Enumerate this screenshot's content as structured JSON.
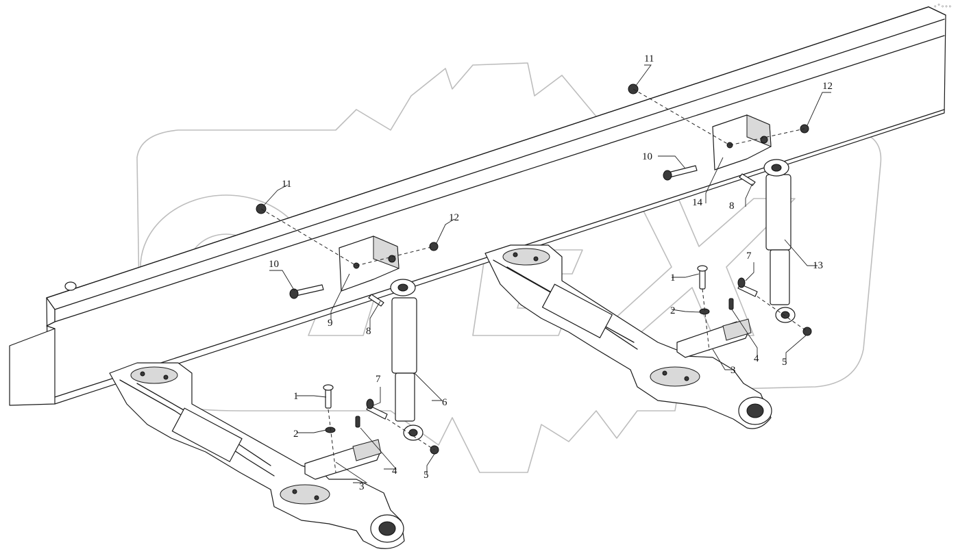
{
  "watermark": {
    "text": "OREX",
    "color": "#bdbdbd"
  },
  "corner_mark": "∘°∘∘∘",
  "callouts": {
    "left_assembly": {
      "c1": "1",
      "c2": "2",
      "c3": "3",
      "c4": "4",
      "c5": "5",
      "c6": "6",
      "c7": "7",
      "c8": "8",
      "c9": "9",
      "c10": "10",
      "c11": "11",
      "c12": "12"
    },
    "right_assembly": {
      "c1": "1",
      "c2": "2",
      "c3": "3",
      "c4": "4",
      "c5": "5",
      "c7": "7",
      "c8": "8",
      "c10": "10",
      "c11": "11",
      "c12": "12",
      "c13": "13",
      "c14": "14"
    }
  }
}
